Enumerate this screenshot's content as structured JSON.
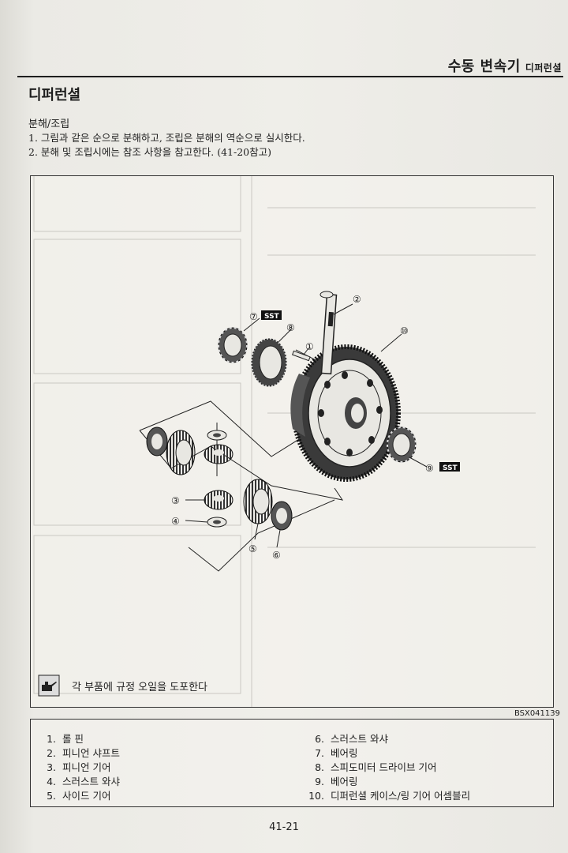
{
  "header": {
    "title": "수동 변속기",
    "subtitle": "디퍼런셜"
  },
  "section": {
    "title": "디퍼런셜"
  },
  "procedure": {
    "subhead": "분해/조립",
    "steps": [
      "1. 그림과 같은 순으로 분해하고, 조립은 분해의 역순으로 실시한다.",
      "2. 분해 및 조립시에는 참조 사항을 참고한다. (41-20참고)"
    ]
  },
  "diagram": {
    "callouts": {
      "c1": "①",
      "c2": "②",
      "c3": "③",
      "c4": "④",
      "c5": "⑤",
      "c6": "⑥",
      "c7": "⑦",
      "c8": "⑧",
      "c9": "⑨",
      "c10": "⑩"
    },
    "sst_label": "SST",
    "oil_note": "각 부품에 규정 오일을 도포한다",
    "oil_icon": "oil-can-icon",
    "ref_code": "BSX041139"
  },
  "legend": {
    "left": [
      {
        "num": "1.",
        "label": "롤 핀"
      },
      {
        "num": "2.",
        "label": "피니언 샤프트"
      },
      {
        "num": "3.",
        "label": "피니언 기어"
      },
      {
        "num": "4.",
        "label": "스러스트 와샤"
      },
      {
        "num": "5.",
        "label": "사이드 기어"
      }
    ],
    "right": [
      {
        "num": "6.",
        "label": "스러스트 와샤"
      },
      {
        "num": "7.",
        "label": "베어링"
      },
      {
        "num": "8.",
        "label": "스피도미터 드라이브 기어"
      },
      {
        "num": "9.",
        "label": "베어링"
      },
      {
        "num": "10.",
        "label": "디퍼런셜 케이스/링 기어 어셈블리"
      }
    ]
  },
  "page_number": "41-21"
}
